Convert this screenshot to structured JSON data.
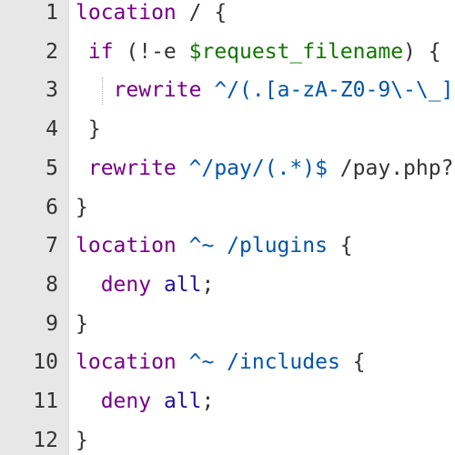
{
  "editor": {
    "lines": [
      {
        "num": "1",
        "tokens": [
          {
            "t": "location",
            "c": "kw"
          },
          {
            "t": " / {",
            "c": "plain"
          }
        ]
      },
      {
        "num": "2",
        "tokens": [
          {
            "t": " if",
            "c": "kw"
          },
          {
            "t": " (!-e ",
            "c": "plain"
          },
          {
            "t": "$request_filename",
            "c": "var"
          },
          {
            "t": ") {",
            "c": "plain"
          }
        ]
      },
      {
        "num": "3",
        "tokens": [
          {
            "t": "   rewrite",
            "c": "kw"
          },
          {
            "t": " ^/(.[a-zA-Z0-9\\-\\_]",
            "c": "str"
          }
        ]
      },
      {
        "num": "4",
        "tokens": [
          {
            "t": " }",
            "c": "plain"
          }
        ]
      },
      {
        "num": "5",
        "tokens": [
          {
            "t": " rewrite",
            "c": "kw"
          },
          {
            "t": " ^/pay/(.*)$",
            "c": "str"
          },
          {
            "t": " /pay.php?",
            "c": "plain"
          }
        ]
      },
      {
        "num": "6",
        "tokens": [
          {
            "t": "}",
            "c": "plain"
          }
        ]
      },
      {
        "num": "7",
        "tokens": [
          {
            "t": "location",
            "c": "kw"
          },
          {
            "t": " ^~ /plugins",
            "c": "str"
          },
          {
            "t": " {",
            "c": "plain"
          }
        ]
      },
      {
        "num": "8",
        "tokens": [
          {
            "t": "  deny",
            "c": "kw"
          },
          {
            "t": " all",
            "c": "atom"
          },
          {
            "t": ";",
            "c": "plain"
          }
        ]
      },
      {
        "num": "9",
        "tokens": [
          {
            "t": "}",
            "c": "plain"
          }
        ]
      },
      {
        "num": "10",
        "tokens": [
          {
            "t": "location",
            "c": "kw"
          },
          {
            "t": " ^~ /includes",
            "c": "str"
          },
          {
            "t": " {",
            "c": "plain"
          }
        ]
      },
      {
        "num": "11",
        "tokens": [
          {
            "t": "  deny",
            "c": "kw"
          },
          {
            "t": " all",
            "c": "atom"
          },
          {
            "t": ";",
            "c": "plain"
          }
        ]
      },
      {
        "num": "12",
        "tokens": [
          {
            "t": "}",
            "c": "plain"
          }
        ]
      }
    ]
  },
  "colors": {
    "keyword": "#770088",
    "variable": "#117700",
    "path": "#0055aa",
    "atom": "#221199",
    "gutter_bg": "#e7e7e7"
  }
}
